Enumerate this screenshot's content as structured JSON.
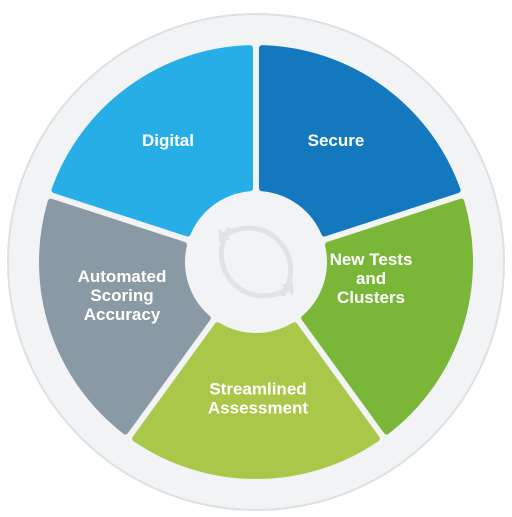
{
  "segments": [
    {
      "id": "digital",
      "lines": [
        "Digital"
      ],
      "color": "#1478bf"
    },
    {
      "id": "secure",
      "lines": [
        "Secure"
      ],
      "color": "#7ab738"
    },
    {
      "id": "new-tests",
      "lines": [
        "New Tests",
        "and",
        "Clusters"
      ],
      "color": "#a9c84a"
    },
    {
      "id": "streamlined",
      "lines": [
        "Streamlined",
        "Assessment"
      ],
      "color": "#8a9aa5"
    },
    {
      "id": "automated",
      "lines": [
        "Automated",
        "Scoring",
        "Accuracy"
      ],
      "color": "#27aee6"
    }
  ],
  "colors": {
    "outer_ring": "#f1f3f4",
    "outer_ring_edge": "#dde1e3",
    "center": "#f1f3f4",
    "cycle_icon": "#dfe3e5"
  },
  "center_icon": "cycle-arrows-icon"
}
